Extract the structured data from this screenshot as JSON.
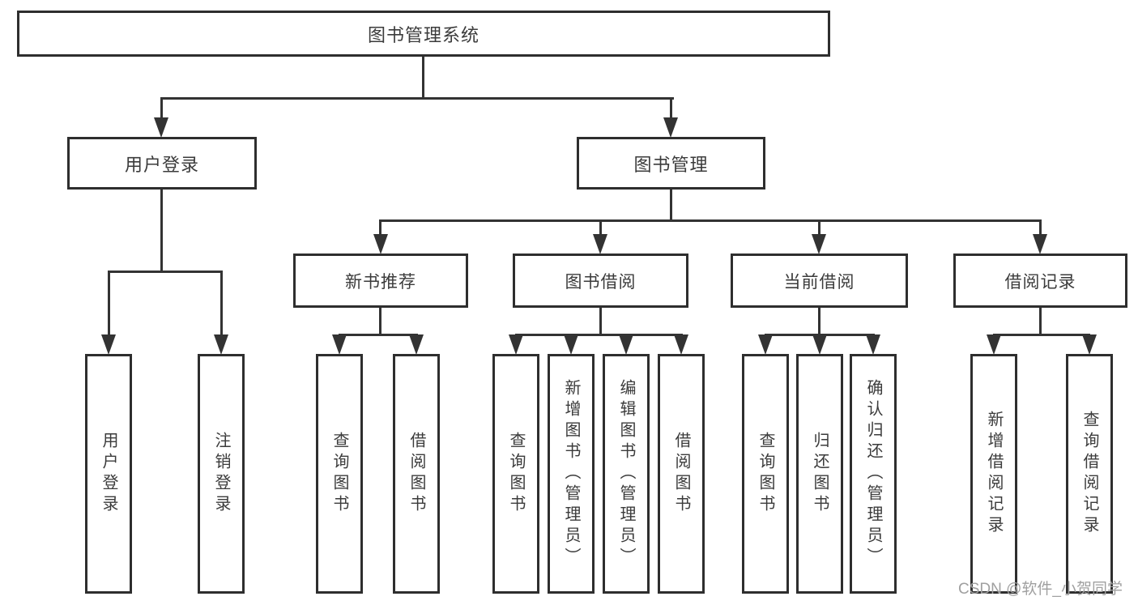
{
  "colors": {
    "line": "#333333",
    "box_border": "#2e2e2e",
    "box_background": "#ffffff",
    "text": "#3b3b3b",
    "watermark": "#a0a0a0"
  },
  "tree": {
    "root": {
      "label": "图书管理系统",
      "children": [
        {
          "label": "用户登录",
          "children": [
            {
              "label": "用户登录"
            },
            {
              "label": "注销登录"
            }
          ]
        },
        {
          "label": "图书管理",
          "children": [
            {
              "label": "新书推荐",
              "children": [
                {
                  "label": "查询图书"
                },
                {
                  "label": "借阅图书"
                }
              ]
            },
            {
              "label": "图书借阅",
              "children": [
                {
                  "label": "查询图书"
                },
                {
                  "label": "新增图书（管理员）"
                },
                {
                  "label": "编辑图书（管理员）"
                },
                {
                  "label": "借阅图书"
                }
              ]
            },
            {
              "label": "当前借阅",
              "children": [
                {
                  "label": "查询图书"
                },
                {
                  "label": "归还图书"
                },
                {
                  "label": "确认归还（管理员）"
                }
              ]
            },
            {
              "label": "借阅记录",
              "children": [
                {
                  "label": "新增借阅记录"
                },
                {
                  "label": "查询借阅记录"
                }
              ]
            }
          ]
        }
      ]
    }
  },
  "watermark": {
    "text": "CSDN @软件_小贺同学"
  }
}
